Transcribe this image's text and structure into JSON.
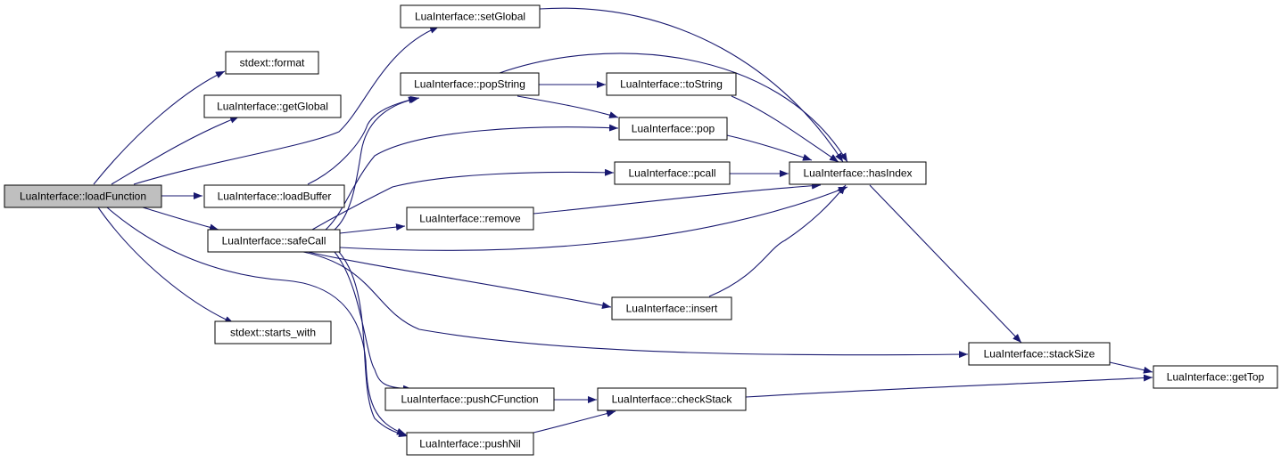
{
  "graph": {
    "colors": {
      "edge": "#191970",
      "node_border": "#000000",
      "root_fill": "#bfbfbf",
      "node_fill": "#ffffff"
    },
    "nodes": {
      "loadFunction": "LuaInterface::loadFunction",
      "format": "stdext::format",
      "getGlobal": "LuaInterface::getGlobal",
      "loadBuffer": "LuaInterface::loadBuffer",
      "safeCall": "LuaInterface::safeCall",
      "starts_with": "stdext::starts_with",
      "setGlobal": "LuaInterface::setGlobal",
      "popString": "LuaInterface::popString",
      "remove": "LuaInterface::remove",
      "pushCFunction": "LuaInterface::pushCFunction",
      "pushNil": "LuaInterface::pushNil",
      "toString": "LuaInterface::toString",
      "pop": "LuaInterface::pop",
      "pcall": "LuaInterface::pcall",
      "insert": "LuaInterface::insert",
      "checkStack": "LuaInterface::checkStack",
      "hasIndex": "LuaInterface::hasIndex",
      "stackSize": "LuaInterface::stackSize",
      "getTop": "LuaInterface::getTop"
    },
    "edges": [
      [
        "loadFunction",
        "format"
      ],
      [
        "loadFunction",
        "getGlobal"
      ],
      [
        "loadFunction",
        "setGlobal"
      ],
      [
        "loadFunction",
        "loadBuffer"
      ],
      [
        "loadFunction",
        "safeCall"
      ],
      [
        "loadFunction",
        "starts_with"
      ],
      [
        "loadFunction",
        "pushNil"
      ],
      [
        "loadBuffer",
        "popString"
      ],
      [
        "safeCall",
        "popString"
      ],
      [
        "safeCall",
        "pop"
      ],
      [
        "safeCall",
        "pcall"
      ],
      [
        "safeCall",
        "remove"
      ],
      [
        "safeCall",
        "hasIndex"
      ],
      [
        "safeCall",
        "insert"
      ],
      [
        "safeCall",
        "stackSize"
      ],
      [
        "safeCall",
        "pushCFunction"
      ],
      [
        "safeCall",
        "pushNil"
      ],
      [
        "setGlobal",
        "hasIndex"
      ],
      [
        "popString",
        "hasIndex"
      ],
      [
        "popString",
        "toString"
      ],
      [
        "popString",
        "pop"
      ],
      [
        "toString",
        "hasIndex"
      ],
      [
        "pop",
        "hasIndex"
      ],
      [
        "pcall",
        "hasIndex"
      ],
      [
        "remove",
        "hasIndex"
      ],
      [
        "insert",
        "hasIndex"
      ],
      [
        "hasIndex",
        "stackSize"
      ],
      [
        "stackSize",
        "getTop"
      ],
      [
        "pushCFunction",
        "checkStack"
      ],
      [
        "pushNil",
        "checkStack"
      ],
      [
        "checkStack",
        "getTop"
      ]
    ]
  }
}
